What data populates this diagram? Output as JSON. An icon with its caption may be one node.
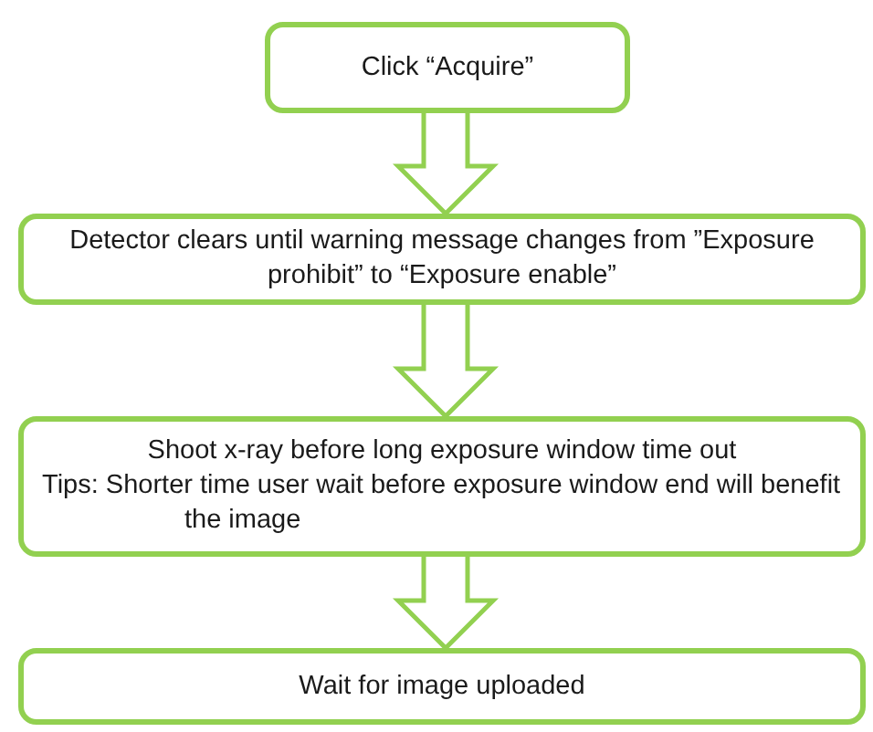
{
  "diagram": {
    "nodes": [
      {
        "text": [
          "Click “Acquire”"
        ]
      },
      {
        "text": [
          "Detector clears until warning message changes from ”Exposure prohibit” to “Exposure enable”"
        ]
      },
      {
        "text": [
          "Shoot x-ray before long exposure window time out",
          "Tips: Shorter time user wait before exposure window end will benefit the image"
        ]
      },
      {
        "text": [
          "Wait for image uploaded"
        ]
      }
    ],
    "edges": [
      {
        "from": 0,
        "to": 1,
        "arrow": "to"
      },
      {
        "from": 1,
        "to": 2,
        "arrow": "to"
      },
      {
        "from": 2,
        "to": 3,
        "arrow": "to"
      }
    ]
  }
}
